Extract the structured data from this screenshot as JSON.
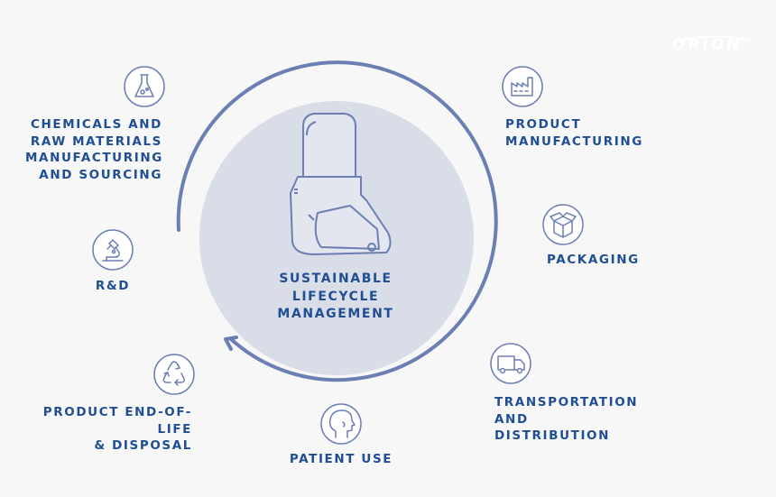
{
  "brand": {
    "logo_text": "ORION"
  },
  "center": {
    "title": "SUSTAINABLE\nLIFECYCLE\nMANAGEMENT"
  },
  "stages": [
    {
      "label": "CHEMICALS AND\nRAW MATERIALS\nMANUFACTURING\nAND SOURCING",
      "icon": "flask-icon"
    },
    {
      "label": "PRODUCT\nMANUFACTURING",
      "icon": "factory-icon"
    },
    {
      "label": "PACKAGING",
      "icon": "box-icon"
    },
    {
      "label": "TRANSPORTATION AND\nDISTRIBUTION",
      "icon": "truck-icon"
    },
    {
      "label": "PATIENT USE",
      "icon": "patient-head-icon"
    },
    {
      "label": "PRODUCT END-OF-LIFE\n& DISPOSAL",
      "icon": "recycle-icon"
    },
    {
      "label": "R&D",
      "icon": "microscope-icon"
    }
  ],
  "colors": {
    "background": "#f7f7f8",
    "accent": "#1f4e94",
    "ring": "#6b7fb4",
    "center_disc": "#d9dde7",
    "icon_circle": "#6b7fb4"
  }
}
